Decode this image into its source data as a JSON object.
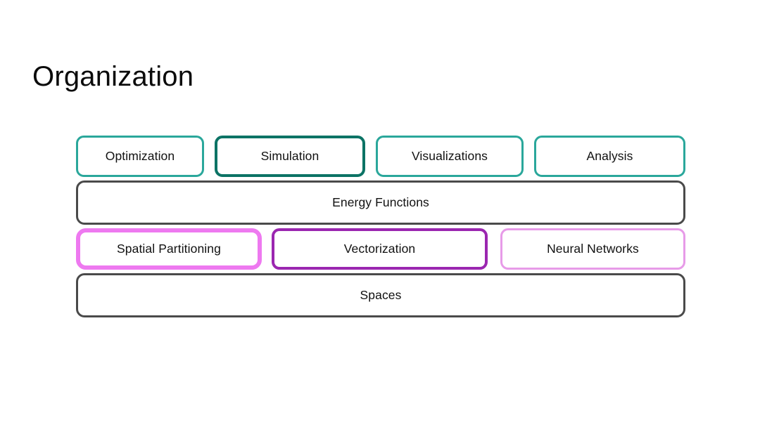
{
  "page": {
    "title": "Organization",
    "background_color": "#ffffff",
    "text_color": "#111111"
  },
  "palette": {
    "teal_medium": "#2AA79B",
    "teal_dark": "#0C7365",
    "gray_dark": "#4A4A4A",
    "magenta_bright": "#EE79F0",
    "purple_deep": "#9B27B0",
    "orchid_light": "#E79BE8"
  },
  "diagram": {
    "type": "layered-stack",
    "rows": [
      {
        "id": "capabilities",
        "nodes": [
          {
            "label": "Optimization",
            "border_color": "#2AA79B",
            "border_width": 3
          },
          {
            "label": "Simulation",
            "border_color": "#0C7365",
            "border_width": 4
          },
          {
            "label": "Visualizations",
            "border_color": "#2AA79B",
            "border_width": 3
          },
          {
            "label": "Analysis",
            "border_color": "#2AA79B",
            "border_width": 3
          }
        ]
      },
      {
        "id": "energy",
        "nodes": [
          {
            "label": "Energy Functions",
            "border_color": "#4A4A4A",
            "border_width": 3
          }
        ]
      },
      {
        "id": "representations",
        "nodes": [
          {
            "label": "Spatial Partitioning",
            "border_color": "#EE79F0",
            "border_width": 6
          },
          {
            "label": "Vectorization",
            "border_color": "#9B27B0",
            "border_width": 4
          },
          {
            "label": "Neural Networks",
            "border_color": "#E79BE8",
            "border_width": 3
          }
        ]
      },
      {
        "id": "spaces",
        "nodes": [
          {
            "label": "Spaces",
            "border_color": "#4A4A4A",
            "border_width": 3
          }
        ]
      }
    ]
  }
}
